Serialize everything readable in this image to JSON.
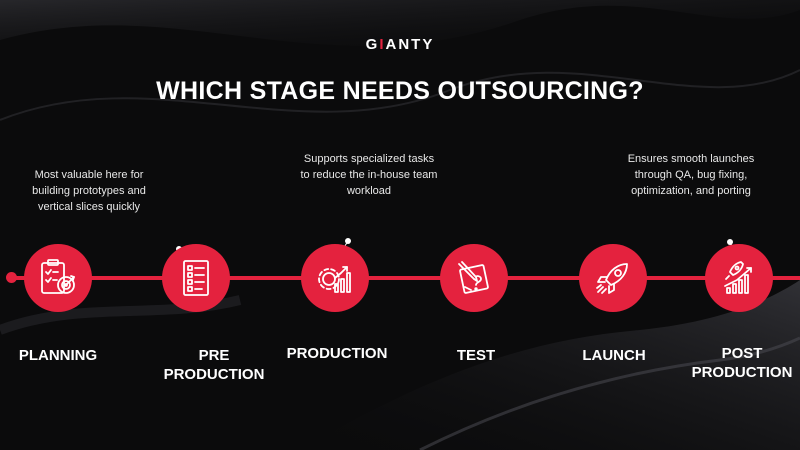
{
  "brand": {
    "name_part1": "G",
    "name_accent": "I",
    "name_part2": "ANTY"
  },
  "title": "WHICH STAGE NEEDS OUTSOURCING?",
  "colors": {
    "accent": "#e4223e",
    "background": "#0b0b0c",
    "text": "#ffffff"
  },
  "stages": [
    {
      "label_line1": "PLANNING",
      "label_line2": "",
      "icon": "strategy-target-icon"
    },
    {
      "label_line1": "PRE",
      "label_line2": "PRODUCTION",
      "icon": "checklist-icon"
    },
    {
      "label_line1": "PRODUCTION",
      "label_line2": "",
      "icon": "gear-growth-chart-icon"
    },
    {
      "label_line1": "TEST",
      "label_line2": "",
      "icon": "test-pen-question-icon"
    },
    {
      "label_line1": "LAUNCH",
      "label_line2": "",
      "icon": "rocket-icon"
    },
    {
      "label_line1": "POST",
      "label_line2": "PRODUCTION",
      "icon": "rocket-growth-chart-icon"
    }
  ],
  "notes": [
    {
      "line1": "Most valuable here for",
      "line2": "building prototypes and",
      "line3": "vertical slices quickly"
    },
    {
      "line1": "Supports specialized tasks",
      "line2": "to reduce the in-house team",
      "line3": "workload"
    },
    {
      "line1": "Ensures smooth launches",
      "line2": "through QA, bug fixing,",
      "line3": "optimization, and porting"
    }
  ]
}
